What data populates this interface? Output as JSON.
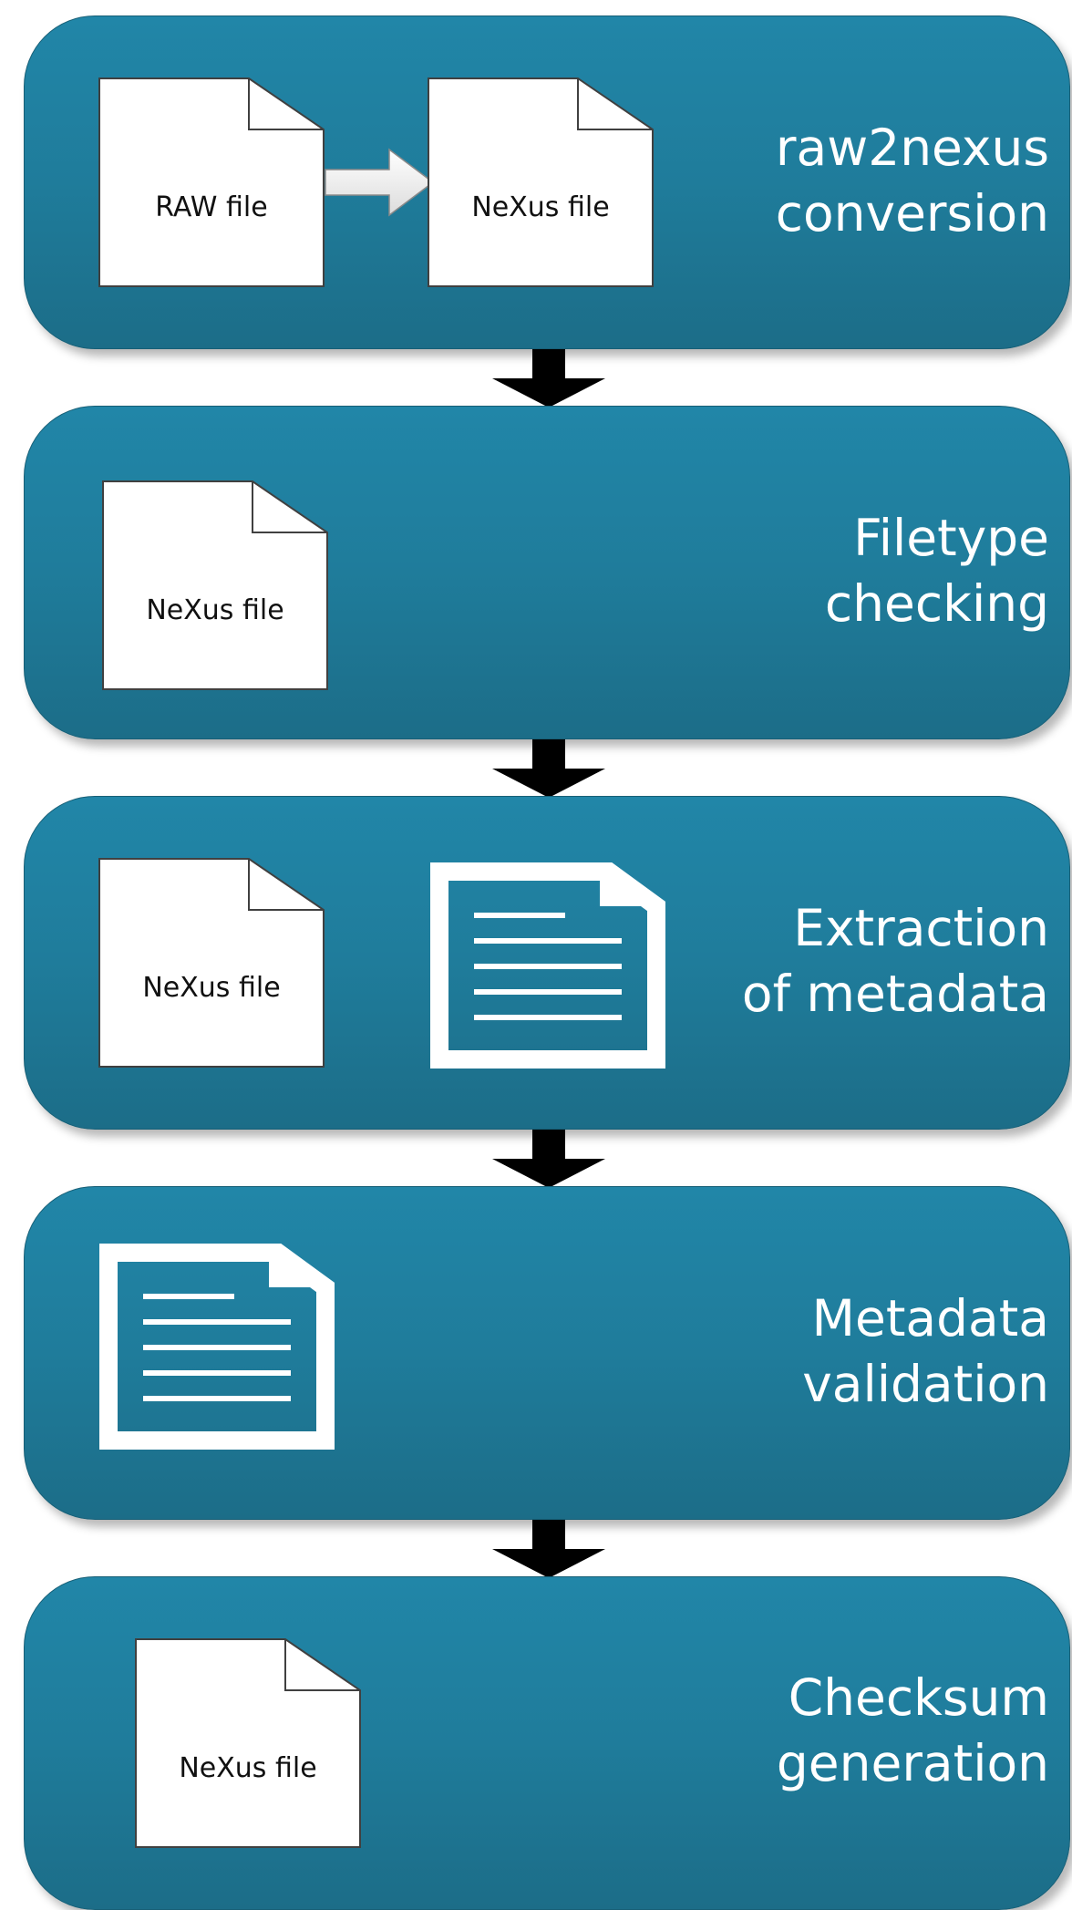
{
  "diagram": {
    "stages": [
      {
        "title_line1": "raw2nexus",
        "title_line2": "conversion",
        "docs": [
          "RAW file",
          "NeXus file"
        ]
      },
      {
        "title_line1": "Filetype",
        "title_line2": "checking",
        "docs": [
          "NeXus file"
        ]
      },
      {
        "title_line1": "Extraction",
        "title_line2": "of metadata",
        "docs": [
          "NeXus file"
        ],
        "icon": "metadata-document-icon"
      },
      {
        "title_line1": "Metadata",
        "title_line2": "validation",
        "icon": "metadata-document-icon"
      },
      {
        "title_line1": "Checksum",
        "title_line2": "generation",
        "docs": [
          "NeXus file"
        ]
      }
    ],
    "colors": {
      "stage_fill": "#1f7c9b",
      "arrow": "#000000",
      "document": "#ffffff"
    }
  }
}
